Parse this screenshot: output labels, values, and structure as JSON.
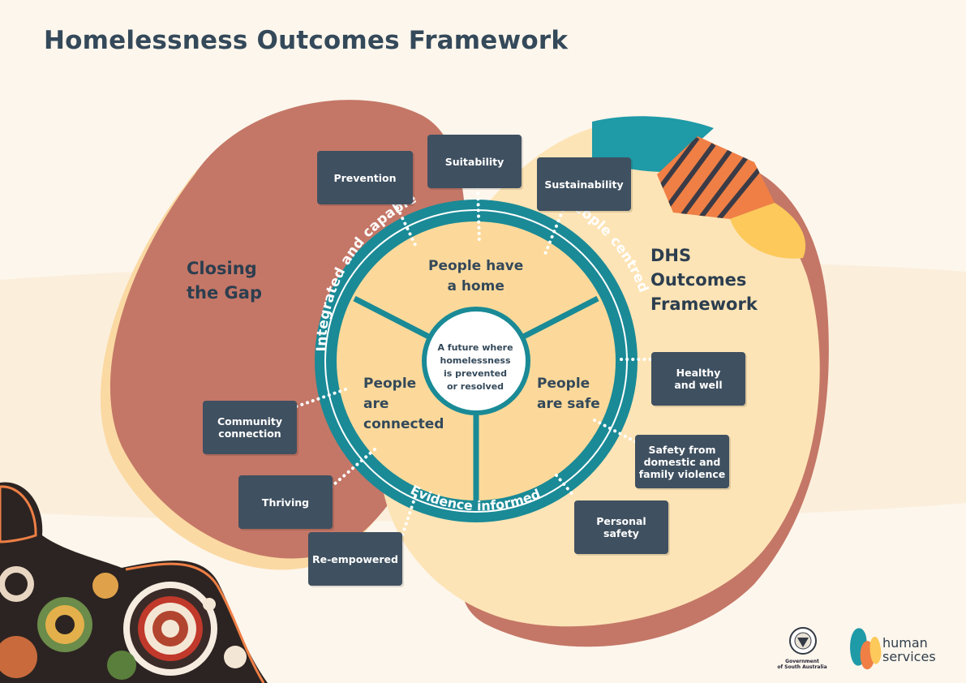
{
  "title": "Homelessness Outcomes Framework",
  "regions": {
    "closing_the_gap": [
      "Closing",
      "the Gap"
    ],
    "dhs": [
      "DHS",
      "Outcomes",
      "Framework"
    ]
  },
  "center": [
    "A future where",
    "homelessness",
    "is prevented",
    "or resolved"
  ],
  "segments": {
    "home": [
      "People have",
      "a home"
    ],
    "connected": [
      "People",
      "are",
      "connected"
    ],
    "safe": [
      "People",
      "are safe"
    ]
  },
  "ring_labels": {
    "integrated": "Integrated and capable",
    "people_centred": "People centred",
    "evidence": "Evidence informed"
  },
  "outcomes": {
    "prevention": [
      "Prevention"
    ],
    "suitability": [
      "Suitability"
    ],
    "sustainability": [
      "Sustainability"
    ],
    "healthy": [
      "Healthy",
      "and well"
    ],
    "safety_dfv": [
      "Safety from",
      "domestic and",
      "family violence"
    ],
    "personal_safety": [
      "Personal",
      "safety"
    ],
    "community": [
      "Community",
      "connection"
    ],
    "thriving": [
      "Thriving"
    ],
    "reempowered": [
      "Re-empowered"
    ]
  },
  "logos": {
    "government": [
      "Government",
      "of South Australia"
    ],
    "human_services": [
      "human",
      "services"
    ]
  },
  "colors": {
    "background": "#fdf6ec",
    "closing_gap_blob": "#c47767",
    "dhs_blob": "#fde4b6",
    "ring_teal": "#1a8a96",
    "segment_fill": "#fcd99a",
    "box_fill": "#3f5060",
    "title": "#34495a",
    "accent_teal": "#1f9aa7",
    "accent_orange": "#ef7f45",
    "accent_yellow": "#fcc95a"
  }
}
